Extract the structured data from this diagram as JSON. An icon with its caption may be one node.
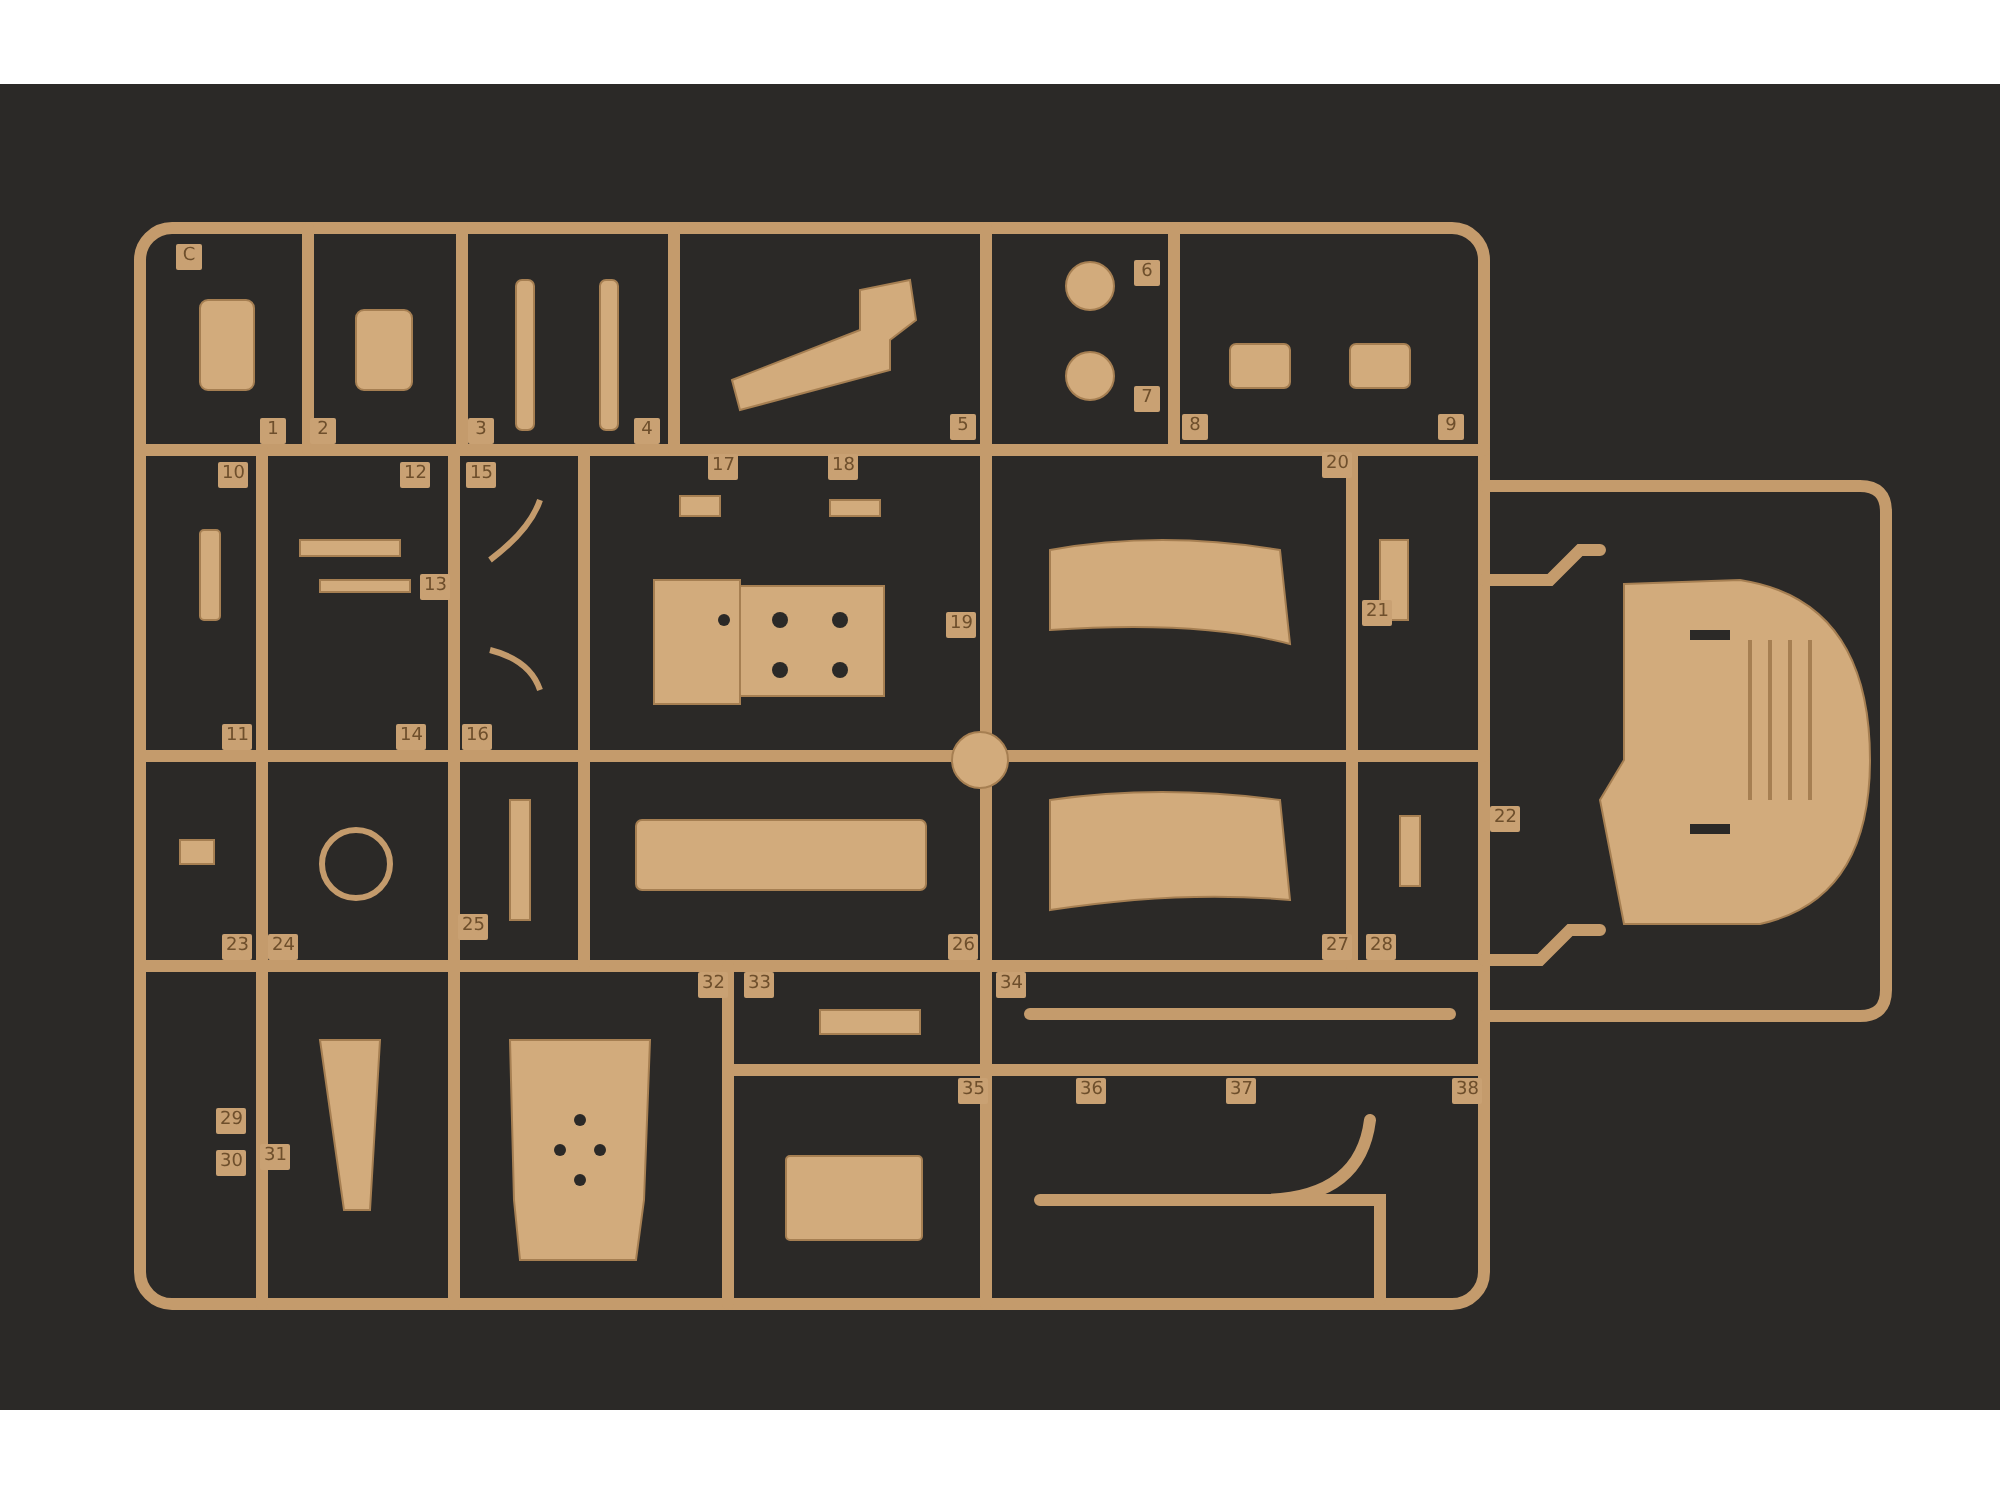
{
  "diagram": {
    "labels": [
      "C",
      "1",
      "2",
      "3",
      "4",
      "5",
      "6",
      "7",
      "8",
      "9",
      "10",
      "11",
      "12",
      "13",
      "14",
      "15",
      "16",
      "17",
      "18",
      "19",
      "20",
      "21",
      "22",
      "23",
      "24",
      "25",
      "26",
      "27",
      "28",
      "29",
      "30",
      "31",
      "32",
      "33",
      "34",
      "35",
      "36",
      "37",
      "38"
    ]
  }
}
